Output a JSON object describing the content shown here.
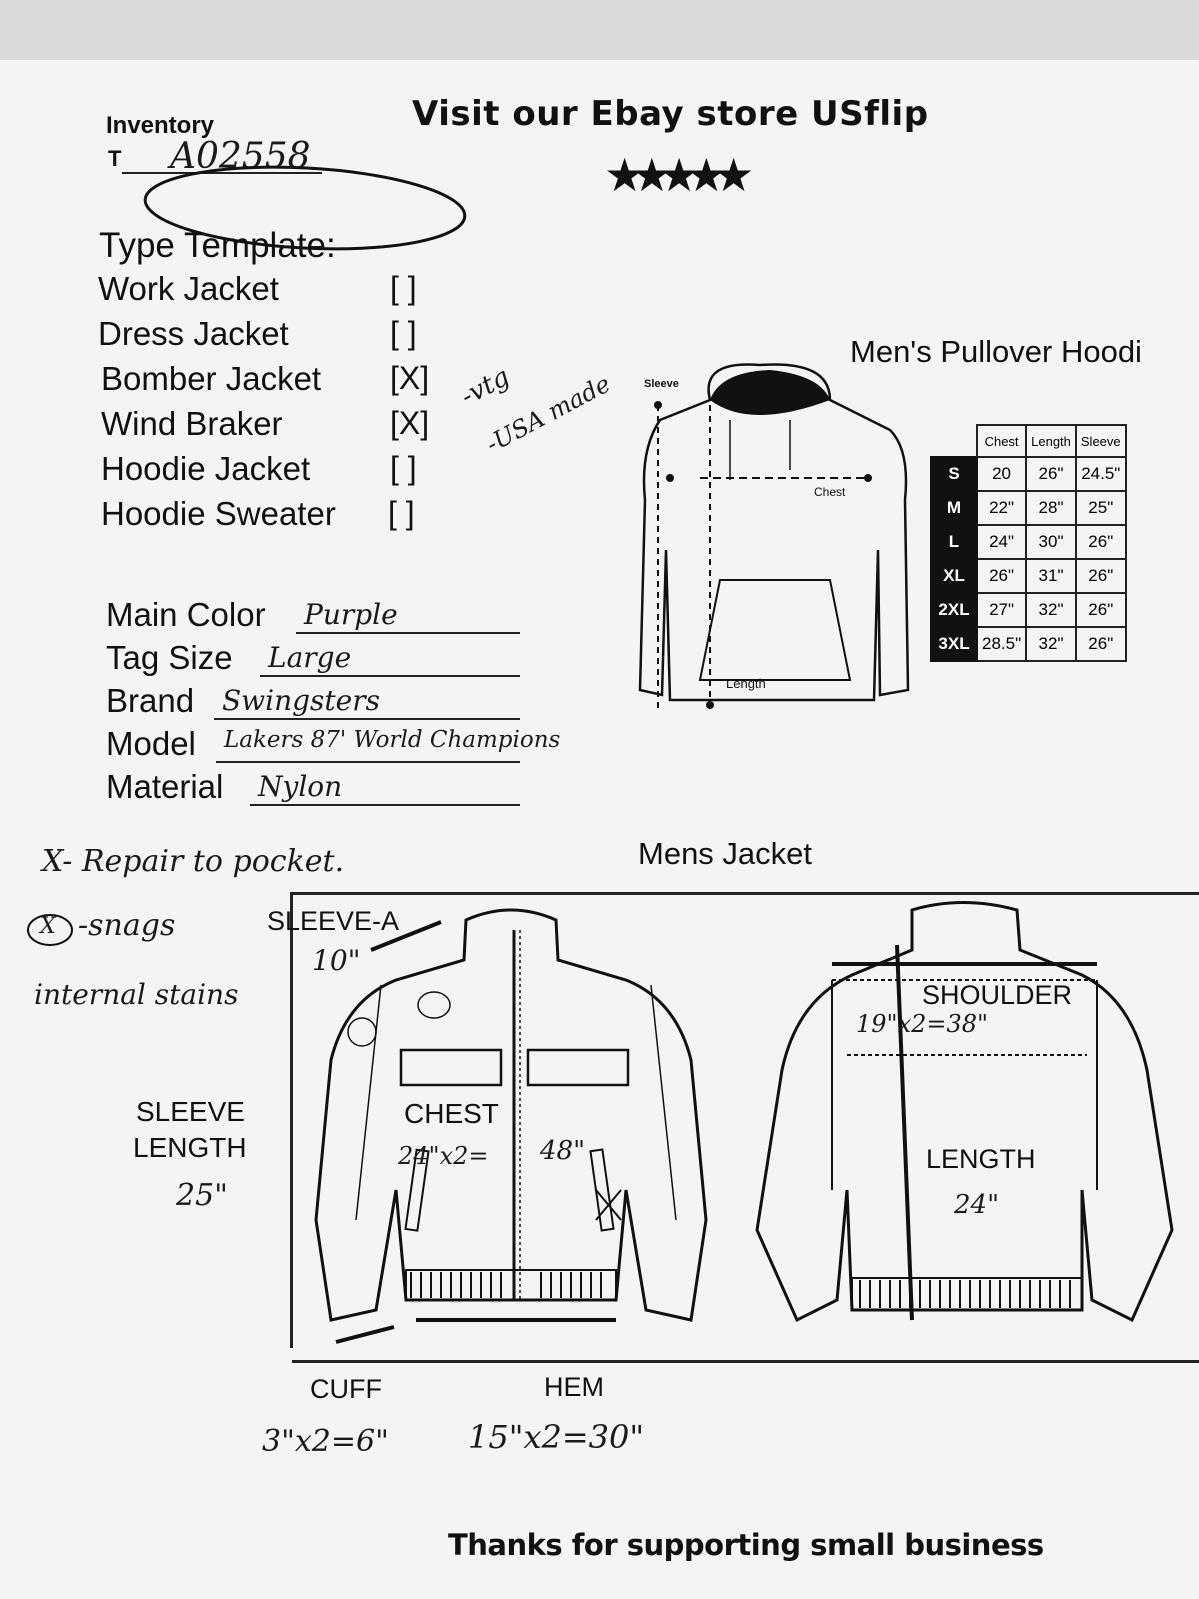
{
  "header": {
    "inventory_label": "Inventory",
    "t_label": "T",
    "inventory_number": "A02558",
    "store_title": "Visit our Ebay store USflip",
    "rating_stars": 5
  },
  "type_template": {
    "heading": "Type Template:",
    "items": [
      {
        "label": "Work Jacket",
        "box": "[ ]"
      },
      {
        "label": "Dress Jacket",
        "box": "[ ]"
      },
      {
        "label": "Bomber Jacket",
        "box": "[X]"
      },
      {
        "label": "Wind Braker",
        "box": "[X]"
      },
      {
        "label": "Hoodie Jacket",
        "box": "[ ]"
      },
      {
        "label": "Hoodie Sweater",
        "box": "[ ]"
      }
    ],
    "side_notes": [
      "-vtg",
      "-USA made"
    ]
  },
  "fields": [
    {
      "label": "Main Color",
      "value": "Purple"
    },
    {
      "label": "Tag Size",
      "value": "Large"
    },
    {
      "label": "Brand",
      "value": "Swingsters"
    },
    {
      "label": "Model",
      "value": "Lakers 87' World Champions"
    },
    {
      "label": "Material",
      "value": "Nylon"
    }
  ],
  "hoodie": {
    "title": "Men's Pullover Hoodi",
    "diagram_labels": {
      "sleeve": "Sleeve",
      "chest": "Chest",
      "length": "Length"
    },
    "table": {
      "headers": [
        "Chest",
        "Length",
        "Sleeve"
      ],
      "rows": [
        {
          "size": "S",
          "chest": "20",
          "length": "26\"",
          "sleeve": "24.5\""
        },
        {
          "size": "M",
          "chest": "22\"",
          "length": "28\"",
          "sleeve": "25\""
        },
        {
          "size": "L",
          "chest": "24\"",
          "length": "30\"",
          "sleeve": "26\""
        },
        {
          "size": "XL",
          "chest": "26\"",
          "length": "31\"",
          "sleeve": "26\""
        },
        {
          "size": "2XL",
          "chest": "27\"",
          "length": "32\"",
          "sleeve": "26\""
        },
        {
          "size": "3XL",
          "chest": "28.5\"",
          "length": "32\"",
          "sleeve": "26\""
        }
      ]
    }
  },
  "notes": {
    "repair": "X- Repair to pocket.",
    "snags": "-snags",
    "snags_mark": "X",
    "stains": "internal stains"
  },
  "jacket": {
    "title": "Mens Jacket",
    "sleeve_a_label": "SLEEVE-A",
    "sleeve_a_value": "10\"",
    "sleeve_length_label_1": "SLEEVE",
    "sleeve_length_label_2": "LENGTH",
    "sleeve_length_value": "25\"",
    "chest_label": "CHEST",
    "chest_value_a": "24\"x2=",
    "chest_value_b": "48\"",
    "shoulder_label": "SHOULDER",
    "shoulder_value": "19\"x2=38\"",
    "length_label": "LENGTH",
    "length_value": "24\"",
    "cuff_label": "CUFF",
    "cuff_value": "3\"x2=6\"",
    "hem_label": "HEM",
    "hem_value": "15\"x2=30\""
  },
  "footer": {
    "text": "Thanks for supporting small business"
  }
}
